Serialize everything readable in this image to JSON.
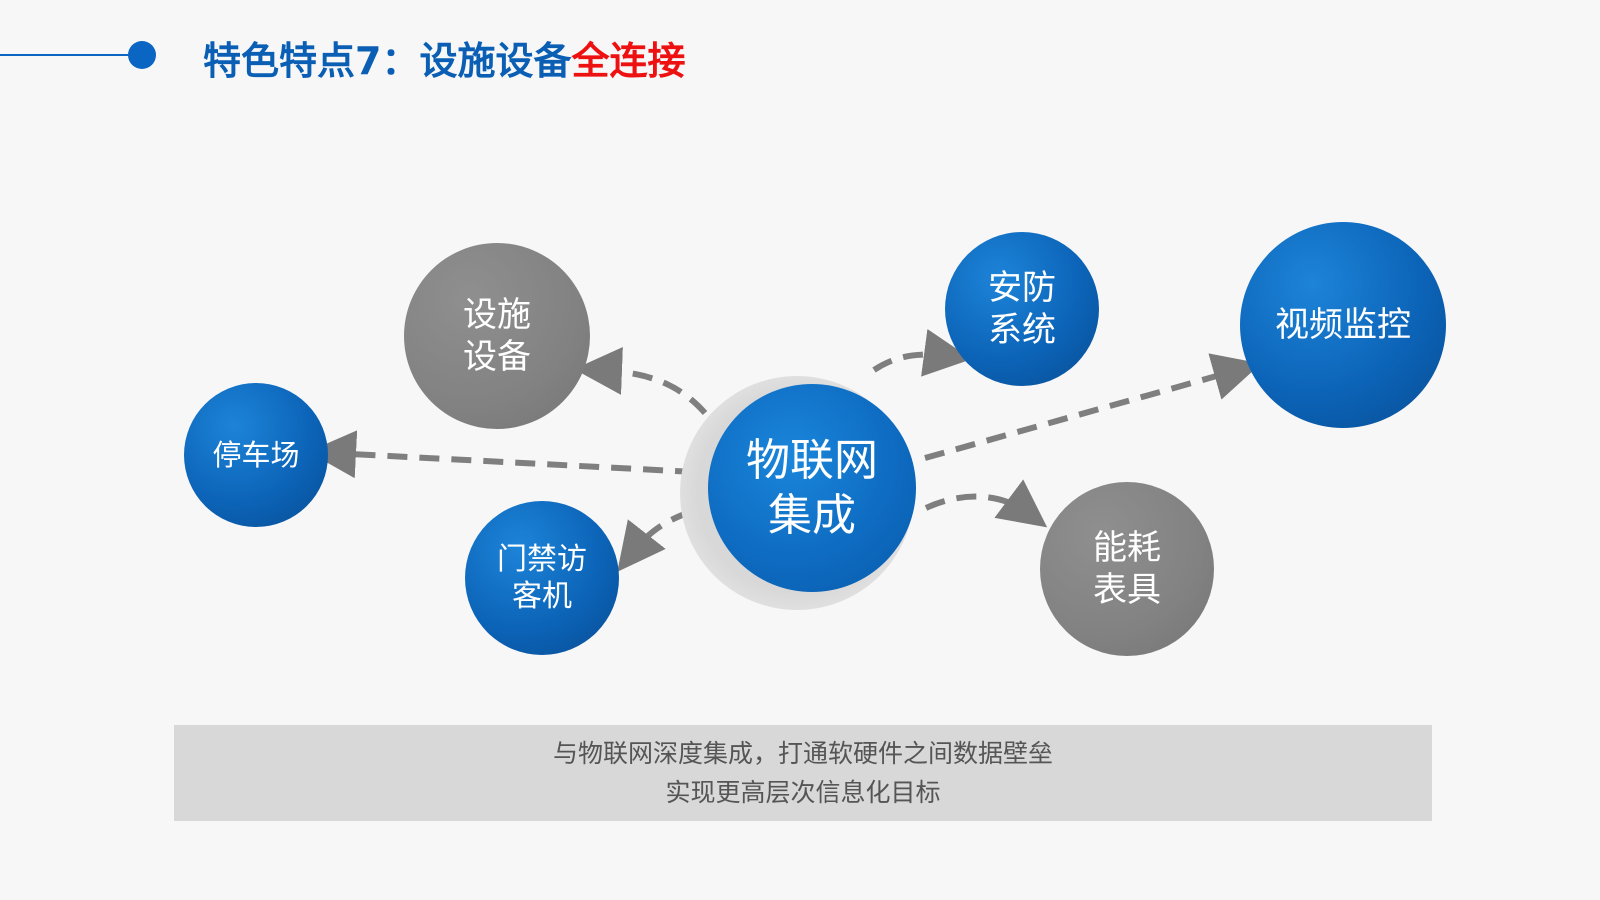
{
  "header": {
    "title_main": "特色特点7：设施设备",
    "title_highlight": "全连接"
  },
  "diagram": {
    "center": "物联网\n集成",
    "nodes": {
      "facility": "设施\n设备",
      "security": "安防\n系统",
      "video": "视频监控",
      "parking": "停车场",
      "access": "门禁访\n客机",
      "energy": "能耗\n表具"
    }
  },
  "banner": {
    "line1": "与物联网深度集成，打通软硬件之间数据壁垒",
    "line2": "实现更高层次信息化目标"
  },
  "colors": {
    "blue": "#0c64b8",
    "gray": "#828282",
    "accent_red": "#ee1111",
    "title_blue": "#0a5fb4"
  }
}
